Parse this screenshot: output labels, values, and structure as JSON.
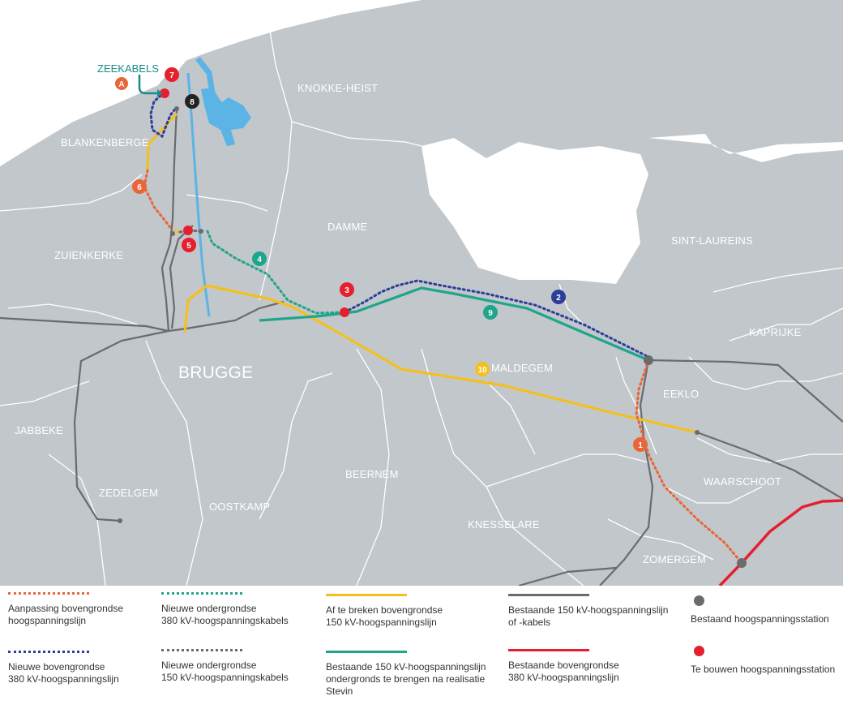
{
  "colors": {
    "land": "#c2c7cc",
    "border": "#ffffff",
    "water": "#5bb4e5",
    "orange": "#e8663a",
    "blue": "#2c3e9a",
    "teal": "#1fa58a",
    "darkgray": "#6e6e6e",
    "yellow": "#f3c01e",
    "gray": "#6b6b6b",
    "red": "#e51f2e",
    "black": "#222222",
    "label_teal": "#1a8a8a"
  },
  "places": {
    "knokke_heist": "KNOKKE-HEIST",
    "blankenberge": "BLANKENBERGE",
    "zuienkerke": "ZUIENKERKE",
    "damme": "DAMME",
    "sint_laureins": "SINT-LAUREINS",
    "kaprijke": "KAPRIJKE",
    "brugge": "BRUGGE",
    "maldegem": "MALDEGEM",
    "eeklo": "EEKLO",
    "jabbeke": "JABBEKE",
    "zedelgem": "ZEDELGEM",
    "oostkamp": "OOSTKAMP",
    "beernem": "BEERNEM",
    "knesselare": "KNESSELARE",
    "waarschoot": "WAARSCHOOT",
    "zomergem": "ZOMERGEM"
  },
  "zeekabels": {
    "label": "ZEEKABELS",
    "badge": "A"
  },
  "markers": {
    "m1": "1",
    "m2": "2",
    "m3": "3",
    "m4": "4",
    "m5": "5",
    "m6": "6",
    "m7": "7",
    "m8": "8",
    "m9": "9",
    "m10": "10"
  },
  "legend": {
    "orange_dotted": "Aanpassing bovengrondse\nhoogspanningslijn",
    "blue_dotted": "Nieuwe bovengrondse\n380 kV-hoogspanningslijn",
    "teal_dotted": "Nieuwe ondergrondse\n380 kV-hoogspanningskabels",
    "gray_dotted": "Nieuwe ondergrondse\n150 kV-hoogspanningskabels",
    "yellow_solid": "Af te breken bovengrondse\n150 kV-hoogspanningslijn",
    "teal_solid": "Bestaande 150 kV-hoogspanningslijn\nondergronds te brengen na realisatie\nStevin",
    "gray_solid": "Bestaande 150 kV-hoogspanningslijn\nof -kabels",
    "red_solid": "Bestaande bovengrondse\n380 kV-hoogspanningslijn",
    "existing_station": "Bestaand hoogspanningsstation",
    "new_station": "Te bouwen hoogspanningsstation"
  }
}
